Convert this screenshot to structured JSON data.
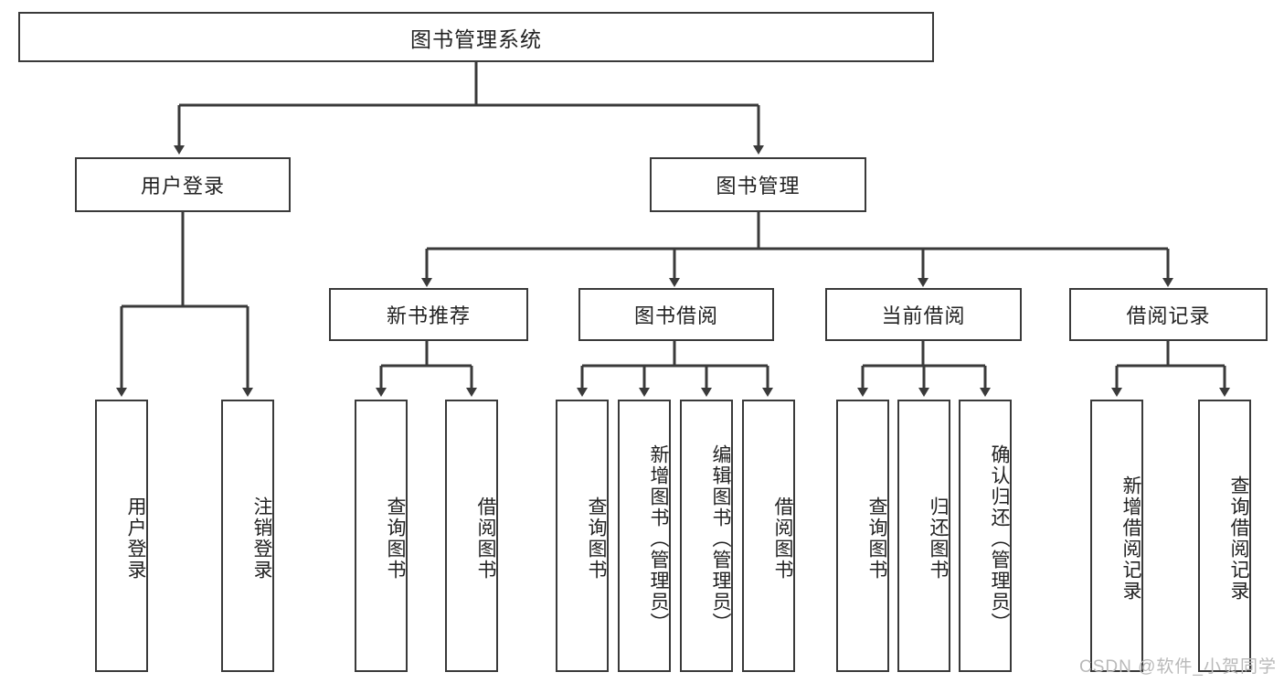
{
  "diagram": {
    "type": "tree-hierarchy",
    "title": "图书管理系统",
    "root": {
      "label": "图书管理系统"
    },
    "level2": [
      {
        "id": "user-login",
        "label": "用户登录"
      },
      {
        "id": "book-manage",
        "label": "图书管理"
      }
    ],
    "level3": [
      {
        "id": "new-book-recommend",
        "label": "新书推荐",
        "parent": "book-manage"
      },
      {
        "id": "book-borrow",
        "label": "图书借阅",
        "parent": "book-manage"
      },
      {
        "id": "current-borrow",
        "label": "当前借阅",
        "parent": "book-manage"
      },
      {
        "id": "borrow-record",
        "label": "借阅记录",
        "parent": "book-manage"
      }
    ],
    "leaves": [
      {
        "id": "leaf-user-login",
        "label": "用户登录",
        "parent": "user-login"
      },
      {
        "id": "leaf-logout-login",
        "label": "注销登录",
        "parent": "user-login"
      },
      {
        "id": "leaf-query-book-1",
        "label": "查询图书",
        "parent": "new-book-recommend"
      },
      {
        "id": "leaf-borrow-book-1",
        "label": "借阅图书",
        "parent": "new-book-recommend"
      },
      {
        "id": "leaf-query-book-2",
        "label": "查询图书",
        "parent": "book-borrow"
      },
      {
        "id": "leaf-add-book",
        "label": "新增图书（管理员）",
        "parent": "book-borrow"
      },
      {
        "id": "leaf-edit-book",
        "label": "编辑图书（管理员）",
        "parent": "book-borrow"
      },
      {
        "id": "leaf-borrow-book-2",
        "label": "借阅图书",
        "parent": "book-borrow"
      },
      {
        "id": "leaf-query-book-3",
        "label": "查询图书",
        "parent": "current-borrow"
      },
      {
        "id": "leaf-return-book",
        "label": "归还图书",
        "parent": "current-borrow"
      },
      {
        "id": "leaf-confirm-return",
        "label": "确认归还（管理员）",
        "parent": "current-borrow"
      },
      {
        "id": "leaf-add-record",
        "label": "新增借阅记录",
        "parent": "borrow-record"
      },
      {
        "id": "leaf-query-record",
        "label": "查询借阅记录",
        "parent": "borrow-record"
      }
    ],
    "colors": {
      "stroke": "#3a3a3a",
      "fill": "#ffffff",
      "text": "#222222",
      "watermark": "#b9b9b9"
    }
  },
  "watermark": {
    "text": "CSDN @软件_小贺同学"
  }
}
